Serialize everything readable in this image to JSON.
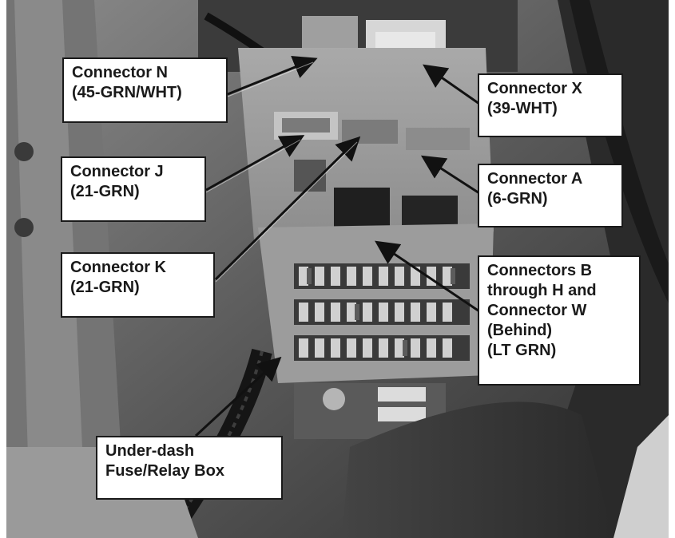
{
  "image": {
    "kind": "grayscale photograph of an automotive under-dash fuse/relay box with callout labels",
    "palette": {
      "dark": "#1c1c1c",
      "mid": "#6e6e6e",
      "light": "#bdbdbd",
      "label_bg": "#ffffff",
      "label_text": "#1a1a1a"
    }
  },
  "callouts": {
    "connector_n": {
      "line1": "Connector N",
      "line2": "(45-GRN/WHT)"
    },
    "connector_x": {
      "line1": "Connector X",
      "line2": "(39-WHT)"
    },
    "connector_j": {
      "line1": "Connector J",
      "line2": "(21-GRN)"
    },
    "connector_a": {
      "line1": "Connector A",
      "line2": "(6-GRN)"
    },
    "connector_k": {
      "line1": "Connector K",
      "line2": "(21-GRN)"
    },
    "connectors_bh": {
      "line1": "Connectors B",
      "line2": "through H and",
      "line3": "Connector W",
      "line4": "(Behind)",
      "line5": "(LT GRN)"
    },
    "fuse_box": {
      "line1": "Under-dash",
      "line2": "Fuse/Relay Box"
    }
  }
}
